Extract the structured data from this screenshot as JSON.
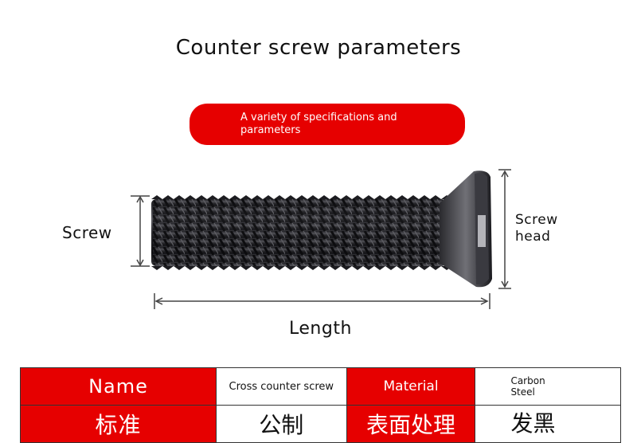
{
  "title": "Counter screw parameters",
  "badge": "A variety of specifications and parameters",
  "diagram": {
    "screw_label": "Screw",
    "head_label_line1": "Screw",
    "head_label_line2": "head",
    "length_label": "Length"
  },
  "table": {
    "row1": {
      "name_label": "Name",
      "name_value": "Cross counter screw",
      "material_label": "Material",
      "material_value_line1": "Carbon",
      "material_value_line2": "Steel"
    },
    "row2": {
      "standard_label": "标准",
      "standard_value": "公制",
      "surface_label": "表面处理",
      "surface_value": "发黑"
    }
  },
  "colors": {
    "accent": "#e60000",
    "text": "#111111",
    "screw_body": "#2a2a2e"
  }
}
